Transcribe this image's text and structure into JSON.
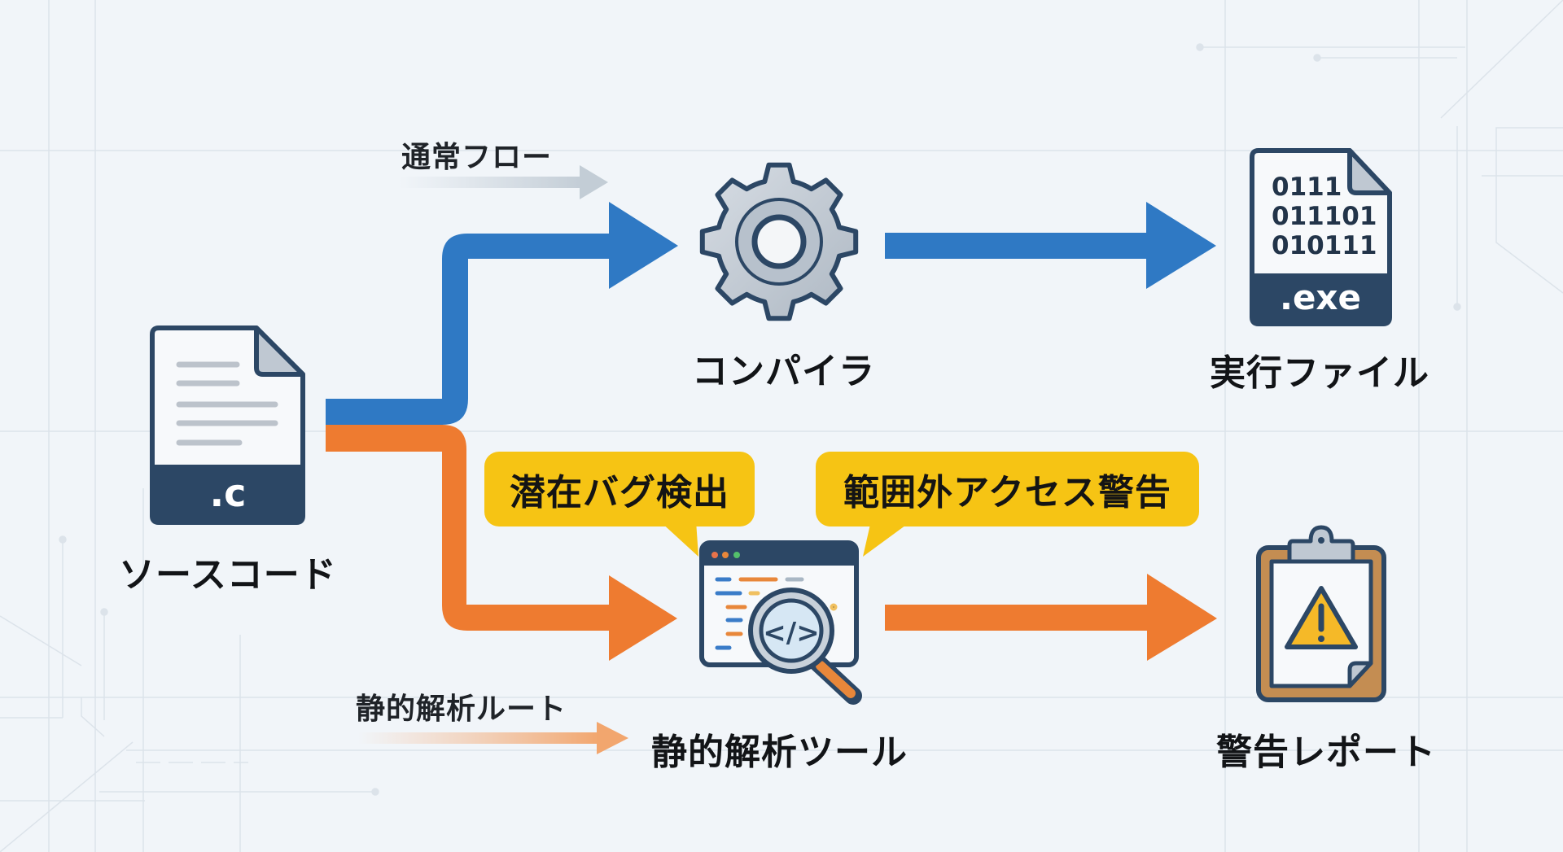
{
  "title": "静的解析ツールの位置づけ",
  "colors": {
    "background": "#F1F5F9",
    "normal_flow": "#2F79C4",
    "analysis_flow": "#EE7B30",
    "bubble": "#F6C414",
    "icon_dark": "#2C4765",
    "icon_light": "#C9D1DA"
  },
  "legend": {
    "normal_flow_label": "通常フロー",
    "analysis_route_label": "静的解析ルート"
  },
  "nodes": {
    "source": {
      "label": "ソースコード",
      "badge": ".c",
      "icon": "file-code-icon"
    },
    "compiler": {
      "label": "コンパイラ",
      "icon": "gear-icon"
    },
    "executable": {
      "label": "実行ファイル",
      "badge": ".exe",
      "binary_lines": [
        "0111",
        "011101",
        "010111"
      ],
      "icon": "binary-file-icon"
    },
    "analyzer": {
      "label": "静的解析ツール",
      "code_glyph": "</>",
      "icon": "magnifier-code-icon"
    },
    "report": {
      "label": "警告レポート",
      "icon": "clipboard-warning-icon"
    }
  },
  "callouts": [
    {
      "text": "潜在バグ検出"
    },
    {
      "text": "範囲外アクセス警告"
    }
  ]
}
